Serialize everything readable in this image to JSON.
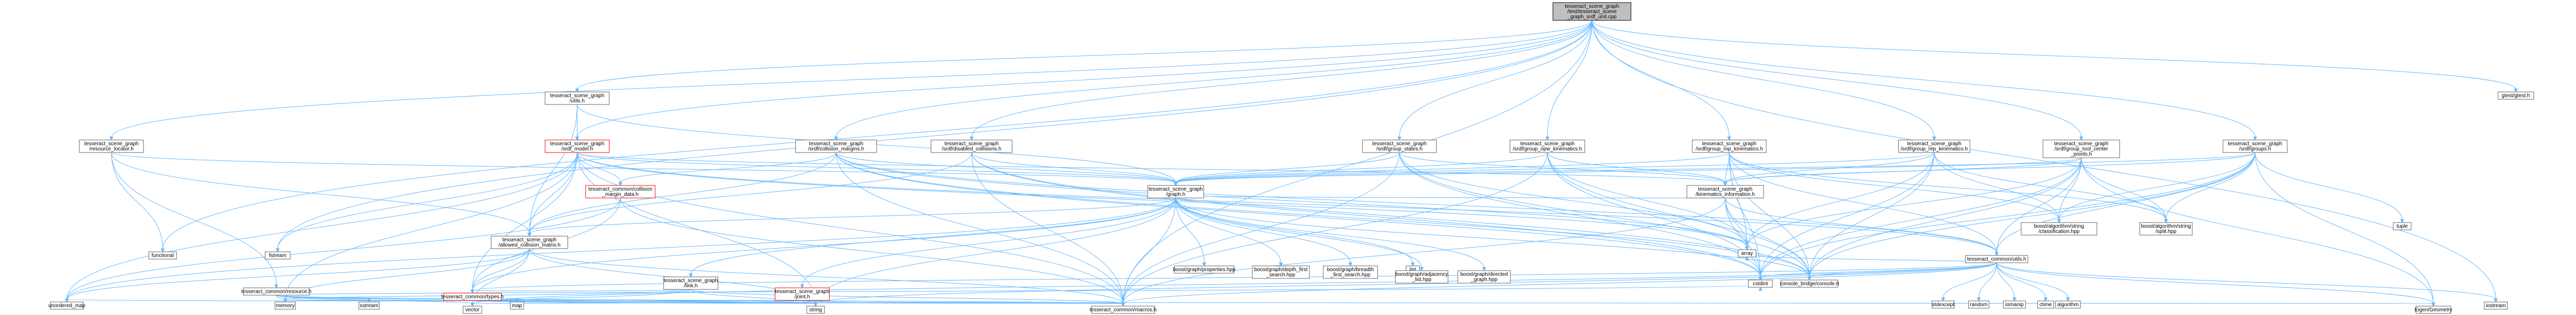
{
  "graph": {
    "colors": {
      "edge": "#63b8ff",
      "root_fill": "#bfbfbf",
      "missing_border": "#ff0000",
      "border": "#666666"
    },
    "nodes": [
      {
        "id": "root",
        "lines": [
          "tesseract_scene_graph",
          "/test/tesseract_scene",
          "_graph_srdf_unit.cpp"
        ],
        "style": "root"
      },
      {
        "id": "utils",
        "lines": [
          "tesseract_scene_graph",
          "/utils.h"
        ]
      },
      {
        "id": "resloc",
        "lines": [
          "tesseract_scene_graph",
          "/resource_locator.h"
        ]
      },
      {
        "id": "srdfmodel",
        "lines": [
          "tesseract_scene_graph",
          "/srdf_model.h"
        ],
        "style": "red"
      },
      {
        "id": "collmargins",
        "lines": [
          "tesseract_scene_graph",
          "/srdf/collision_margins.h"
        ]
      },
      {
        "id": "disabled",
        "lines": [
          "tesseract_scene_graph",
          "/srdf/disabled_collisions.h"
        ]
      },
      {
        "id": "gstates",
        "lines": [
          "tesseract_scene_graph",
          "/srdf/group_states.h"
        ]
      },
      {
        "id": "gopw",
        "lines": [
          "tesseract_scene_graph",
          "/srdf/group_opw_kinematics.h"
        ]
      },
      {
        "id": "grop",
        "lines": [
          "tesseract_scene_graph",
          "/srdf/group_rop_kinematics.h"
        ]
      },
      {
        "id": "grep",
        "lines": [
          "tesseract_scene_graph",
          "/srdf/group_rep_kinematics.h"
        ]
      },
      {
        "id": "gtcp",
        "lines": [
          "tesseract_scene_graph",
          "/srdf/group_tool_center",
          "_points.h"
        ]
      },
      {
        "id": "groups",
        "lines": [
          "tesseract_scene_graph",
          "/srdf/groups.h"
        ]
      },
      {
        "id": "gtest",
        "lines": [
          "gtest/gtest.h"
        ]
      },
      {
        "id": "functional",
        "lines": [
          "functional"
        ]
      },
      {
        "id": "fstream",
        "lines": [
          "fstream"
        ]
      },
      {
        "id": "cmdata",
        "lines": [
          "tesseract_common/collision",
          "_margin_data.h"
        ],
        "style": "red"
      },
      {
        "id": "graph",
        "lines": [
          "tesseract_scene_graph",
          "/graph.h"
        ]
      },
      {
        "id": "kininfo",
        "lines": [
          "tesseract_scene_graph",
          "/kinematics_information.h"
        ]
      },
      {
        "id": "classif",
        "lines": [
          "boost/algorithm/string",
          "/classification.hpp"
        ]
      },
      {
        "id": "split",
        "lines": [
          "boost/algorithm/string",
          "/split.hpp"
        ]
      },
      {
        "id": "tuple",
        "lines": [
          "tuple"
        ]
      },
      {
        "id": "acm",
        "lines": [
          "tesseract_scene_graph",
          "/allowed_collision_matrix.h"
        ]
      },
      {
        "id": "link",
        "lines": [
          "tesseract_scene_graph",
          "/link.h"
        ]
      },
      {
        "id": "props",
        "lines": [
          "boost/graph/properties.hpp"
        ]
      },
      {
        "id": "dfs",
        "lines": [
          "boost/graph/depth_first",
          "_search.hpp"
        ]
      },
      {
        "id": "bfs",
        "lines": [
          "boost/graph/breadth",
          "_first_search.hpp"
        ]
      },
      {
        "id": "list",
        "lines": [
          "list"
        ]
      },
      {
        "id": "adjlist",
        "lines": [
          "boost/graph/adjacency",
          "_list.hpp"
        ]
      },
      {
        "id": "directed",
        "lines": [
          "boost/graph/directed",
          "_graph.hpp"
        ]
      },
      {
        "id": "array",
        "lines": [
          "array"
        ]
      },
      {
        "id": "cutils",
        "lines": [
          "tesseract_common/utils.h"
        ]
      },
      {
        "id": "cresource",
        "lines": [
          "tesseract_common/resource.h"
        ]
      },
      {
        "id": "ctypes",
        "lines": [
          "tesseract_common/types.h"
        ],
        "style": "red"
      },
      {
        "id": "joint",
        "lines": [
          "tesseract_scene_graph",
          "/joint.h"
        ],
        "style": "red"
      },
      {
        "id": "cstdint",
        "lines": [
          "cstdint"
        ]
      },
      {
        "id": "console",
        "lines": [
          "console_bridge/console.h"
        ]
      },
      {
        "id": "sstdexcept",
        "lines": [
          "stdexcept"
        ]
      },
      {
        "id": "random",
        "lines": [
          "random"
        ]
      },
      {
        "id": "iomanip",
        "lines": [
          "iomanip"
        ]
      },
      {
        "id": "ctime",
        "lines": [
          "ctime"
        ]
      },
      {
        "id": "algorithm",
        "lines": [
          "algorithm"
        ]
      },
      {
        "id": "iostream",
        "lines": [
          "iostream"
        ]
      },
      {
        "id": "umap",
        "lines": [
          "unordered_map"
        ]
      },
      {
        "id": "memory",
        "lines": [
          "memory"
        ]
      },
      {
        "id": "sstream",
        "lines": [
          "sstream"
        ]
      },
      {
        "id": "vector",
        "lines": [
          "vector"
        ]
      },
      {
        "id": "map",
        "lines": [
          "map"
        ]
      },
      {
        "id": "string",
        "lines": [
          "string"
        ]
      },
      {
        "id": "macros",
        "lines": [
          "tesseract_common/macros.h"
        ]
      },
      {
        "id": "eigen",
        "lines": [
          "Eigen/Geometry"
        ]
      }
    ],
    "edges": [
      [
        "root",
        "utils"
      ],
      [
        "root",
        "resloc"
      ],
      [
        "root",
        "srdfmodel"
      ],
      [
        "root",
        "collmargins"
      ],
      [
        "root",
        "disabled"
      ],
      [
        "root",
        "gstates"
      ],
      [
        "root",
        "gopw"
      ],
      [
        "root",
        "grop"
      ],
      [
        "root",
        "grep"
      ],
      [
        "root",
        "gtcp"
      ],
      [
        "root",
        "groups"
      ],
      [
        "root",
        "gtest"
      ],
      [
        "root",
        "functional"
      ],
      [
        "root",
        "fstream"
      ],
      [
        "root",
        "macros"
      ],
      [
        "root",
        "iostream"
      ],
      [
        "utils",
        "srdfmodel"
      ],
      [
        "utils",
        "graph"
      ],
      [
        "utils",
        "acm"
      ],
      [
        "resloc",
        "functional"
      ],
      [
        "resloc",
        "acm"
      ],
      [
        "resloc",
        "cresource"
      ],
      [
        "resloc",
        "graph"
      ],
      [
        "srdfmodel",
        "fstream"
      ],
      [
        "srdfmodel",
        "cmdata"
      ],
      [
        "srdfmodel",
        "graph"
      ],
      [
        "srdfmodel",
        "kininfo"
      ],
      [
        "srdfmodel",
        "acm"
      ],
      [
        "srdfmodel",
        "umap"
      ],
      [
        "srdfmodel",
        "memory"
      ],
      [
        "srdfmodel",
        "string"
      ],
      [
        "srdfmodel",
        "macros"
      ],
      [
        "srdfmodel",
        "cutils"
      ],
      [
        "srdfmodel",
        "ctypes"
      ],
      [
        "srdfmodel",
        "array"
      ],
      [
        "collmargins",
        "graph"
      ],
      [
        "collmargins",
        "cmdata"
      ],
      [
        "collmargins",
        "acm"
      ],
      [
        "collmargins",
        "console"
      ],
      [
        "collmargins",
        "cstdint"
      ],
      [
        "collmargins",
        "macros"
      ],
      [
        "collmargins",
        "cutils"
      ],
      [
        "collmargins",
        "array"
      ],
      [
        "disabled",
        "graph"
      ],
      [
        "disabled",
        "acm"
      ],
      [
        "disabled",
        "console"
      ],
      [
        "disabled",
        "cstdint"
      ],
      [
        "disabled",
        "macros"
      ],
      [
        "gstates",
        "graph"
      ],
      [
        "gstates",
        "kininfo"
      ],
      [
        "gstates",
        "console"
      ],
      [
        "gstates",
        "cstdint"
      ],
      [
        "gstates",
        "array"
      ],
      [
        "gstates",
        "macros"
      ],
      [
        "gopw",
        "graph"
      ],
      [
        "gopw",
        "kininfo"
      ],
      [
        "gopw",
        "console"
      ],
      [
        "gopw",
        "cstdint"
      ],
      [
        "gopw",
        "array"
      ],
      [
        "gopw",
        "macros"
      ],
      [
        "grop",
        "graph"
      ],
      [
        "grop",
        "kininfo"
      ],
      [
        "grop",
        "classif"
      ],
      [
        "grop",
        "split"
      ],
      [
        "grop",
        "console"
      ],
      [
        "grop",
        "cstdint"
      ],
      [
        "grop",
        "array"
      ],
      [
        "grop",
        "cutils"
      ],
      [
        "grep",
        "graph"
      ],
      [
        "grep",
        "kininfo"
      ],
      [
        "grep",
        "classif"
      ],
      [
        "grep",
        "split"
      ],
      [
        "grep",
        "console"
      ],
      [
        "grep",
        "cstdint"
      ],
      [
        "grep",
        "array"
      ],
      [
        "gtcp",
        "graph"
      ],
      [
        "gtcp",
        "kininfo"
      ],
      [
        "gtcp",
        "classif"
      ],
      [
        "gtcp",
        "split"
      ],
      [
        "gtcp",
        "console"
      ],
      [
        "gtcp",
        "cstdint"
      ],
      [
        "gtcp",
        "array"
      ],
      [
        "gtcp",
        "cutils"
      ],
      [
        "groups",
        "graph"
      ],
      [
        "groups",
        "kininfo"
      ],
      [
        "groups",
        "tuple"
      ],
      [
        "groups",
        "classif"
      ],
      [
        "groups",
        "split"
      ],
      [
        "groups",
        "console"
      ],
      [
        "groups",
        "cstdint"
      ],
      [
        "groups",
        "cutils"
      ],
      [
        "cmdata",
        "ctypes"
      ],
      [
        "cmdata",
        "macros"
      ],
      [
        "cmdata",
        "umap"
      ],
      [
        "graph",
        "link"
      ],
      [
        "graph",
        "joint"
      ],
      [
        "graph",
        "props"
      ],
      [
        "graph",
        "dfs"
      ],
      [
        "graph",
        "bfs"
      ],
      [
        "graph",
        "list"
      ],
      [
        "graph",
        "adjlist"
      ],
      [
        "graph",
        "directed"
      ],
      [
        "graph",
        "macros"
      ],
      [
        "graph",
        "console"
      ],
      [
        "graph",
        "string"
      ],
      [
        "graph",
        "acm"
      ],
      [
        "graph",
        "umap"
      ],
      [
        "graph",
        "ctypes"
      ],
      [
        "kininfo",
        "graph"
      ],
      [
        "kininfo",
        "array"
      ],
      [
        "kininfo",
        "cutils"
      ],
      [
        "kininfo",
        "console"
      ],
      [
        "kininfo",
        "cstdint"
      ],
      [
        "kininfo",
        "macros"
      ],
      [
        "acm",
        "macros"
      ],
      [
        "acm",
        "ctypes"
      ],
      [
        "acm",
        "umap"
      ],
      [
        "acm",
        "memory"
      ],
      [
        "acm",
        "vector"
      ],
      [
        "acm",
        "string"
      ],
      [
        "link",
        "ctypes"
      ],
      [
        "link",
        "macros"
      ],
      [
        "link",
        "string"
      ],
      [
        "link",
        "vector"
      ],
      [
        "link",
        "memory"
      ],
      [
        "joint",
        "ctypes"
      ],
      [
        "joint",
        "macros"
      ],
      [
        "joint",
        "string"
      ],
      [
        "joint",
        "vector"
      ],
      [
        "joint",
        "sstream"
      ],
      [
        "joint",
        "memory"
      ],
      [
        "cutils",
        "sstdexcept"
      ],
      [
        "cutils",
        "random"
      ],
      [
        "cutils",
        "iomanip"
      ],
      [
        "cutils",
        "ctime"
      ],
      [
        "cutils",
        "algorithm"
      ],
      [
        "cutils",
        "iostream"
      ],
      [
        "cutils",
        "console"
      ],
      [
        "cutils",
        "cstdint"
      ],
      [
        "cutils",
        "macros"
      ],
      [
        "cutils",
        "ctypes"
      ],
      [
        "cutils",
        "array"
      ],
      [
        "cutils",
        "eigen"
      ],
      [
        "cutils",
        "string"
      ],
      [
        "cutils",
        "vector"
      ],
      [
        "cresource",
        "memory"
      ],
      [
        "cresource",
        "sstream"
      ],
      [
        "cresource",
        "vector"
      ],
      [
        "cresource",
        "string"
      ],
      [
        "cresource",
        "macros"
      ],
      [
        "cresource",
        "cstdint"
      ],
      [
        "ctypes",
        "vector"
      ],
      [
        "ctypes",
        "map"
      ],
      [
        "ctypes",
        "umap"
      ],
      [
        "ctypes",
        "memory"
      ],
      [
        "ctypes",
        "string"
      ],
      [
        "ctypes",
        "macros"
      ],
      [
        "ctypes",
        "eigen"
      ],
      [
        "groups",
        "eigen"
      ],
      [
        "gtcp",
        "eigen"
      ]
    ]
  }
}
